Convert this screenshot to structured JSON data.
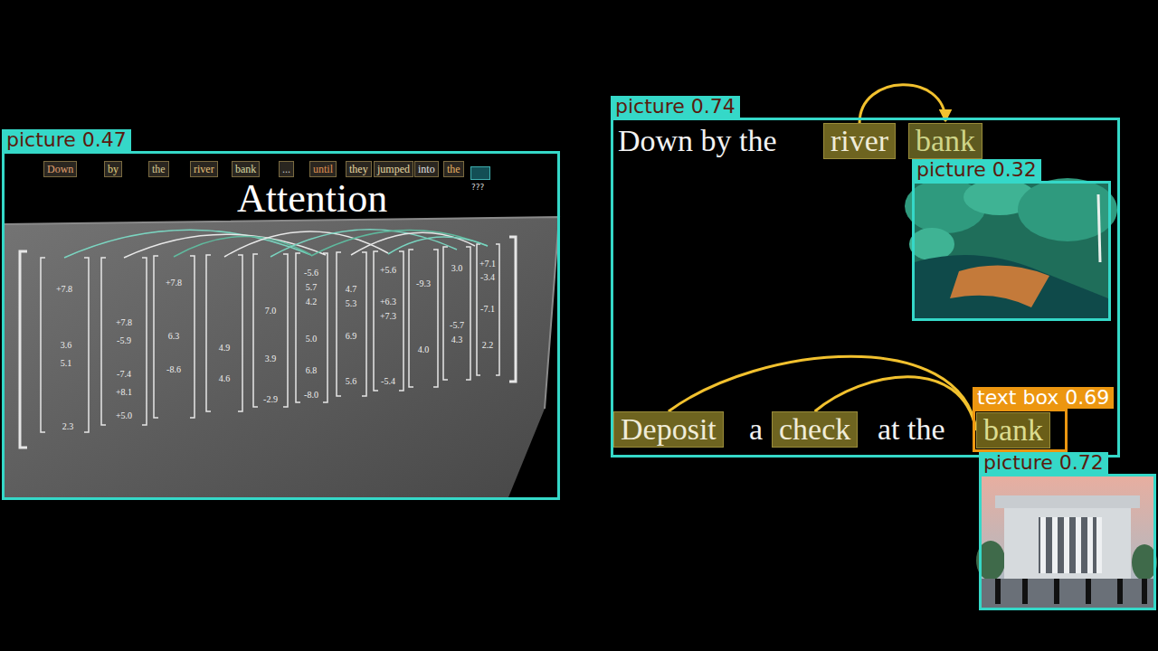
{
  "diagram": {
    "nodes": [
      {
        "text": [
          "picture 0.47",
          "Attention"
        ]
      },
      {
        "text": [
          "Down"
        ],
        "in": 0
      },
      {
        "text": [
          "by"
        ],
        "in": 0
      },
      {
        "text": [
          "the"
        ],
        "in": 0
      },
      {
        "text": [
          "river"
        ],
        "in": 0
      },
      {
        "text": [
          "bank"
        ],
        "in": 0
      },
      {
        "text": [
          "..."
        ],
        "in": 0
      },
      {
        "text": [
          "until"
        ],
        "in": 0
      },
      {
        "text": [
          "they"
        ],
        "in": 0
      },
      {
        "text": [
          "jumped"
        ],
        "in": 0
      },
      {
        "text": [
          "into"
        ],
        "in": 0
      },
      {
        "text": [
          "the"
        ],
        "in": 0
      },
      {
        "text": [
          "???"
        ],
        "in": 0
      },
      {
        "text": [
          "picture 0.74"
        ]
      },
      {
        "text": [
          "river"
        ],
        "in": 13
      },
      {
        "text": [
          "bank"
        ],
        "in": 13
      },
      {
        "text": [
          "picture 0.32"
        ],
        "in": 13
      },
      {
        "text": [
          "Deposit"
        ],
        "in": 13
      },
      {
        "text": [
          "check"
        ],
        "in": 13
      },
      {
        "text": [
          "text box 0.69"
        ],
        "in": 13
      },
      {
        "text": [
          "bank"
        ],
        "in": 19
      },
      {
        "text": [
          "picture 0.72"
        ]
      }
    ],
    "edges": [
      {
        "from": 14,
        "to": 15,
        "arrow": "to"
      },
      {
        "from": 17,
        "to": 20,
        "arrow": "none"
      },
      {
        "from": 18,
        "to": 20,
        "arrow": "none"
      }
    ],
    "labels": [
      "Down by the",
      "a",
      "at the",
      "+7.8",
      "3.6",
      "5.1",
      "2.3",
      "+7.8",
      "-5.9",
      "-7.4",
      "+8.1",
      "+5.0",
      "+7.8",
      "6.3",
      "-8.6",
      "4.9",
      "4.6",
      "7.0",
      "3.9",
      "-2.9",
      "-5.6",
      "5.7",
      "4.2",
      "5.0",
      "6.8",
      "-8.0",
      "4.7",
      "5.3",
      "6.9",
      "5.6",
      "+5.6",
      "+6.3",
      "+7.3",
      "-5.4",
      "-9.3",
      "4.0",
      "3.0",
      "-5.7",
      "4.3",
      "+7.1",
      "-3.4",
      "-7.1",
      "2.2"
    ]
  }
}
